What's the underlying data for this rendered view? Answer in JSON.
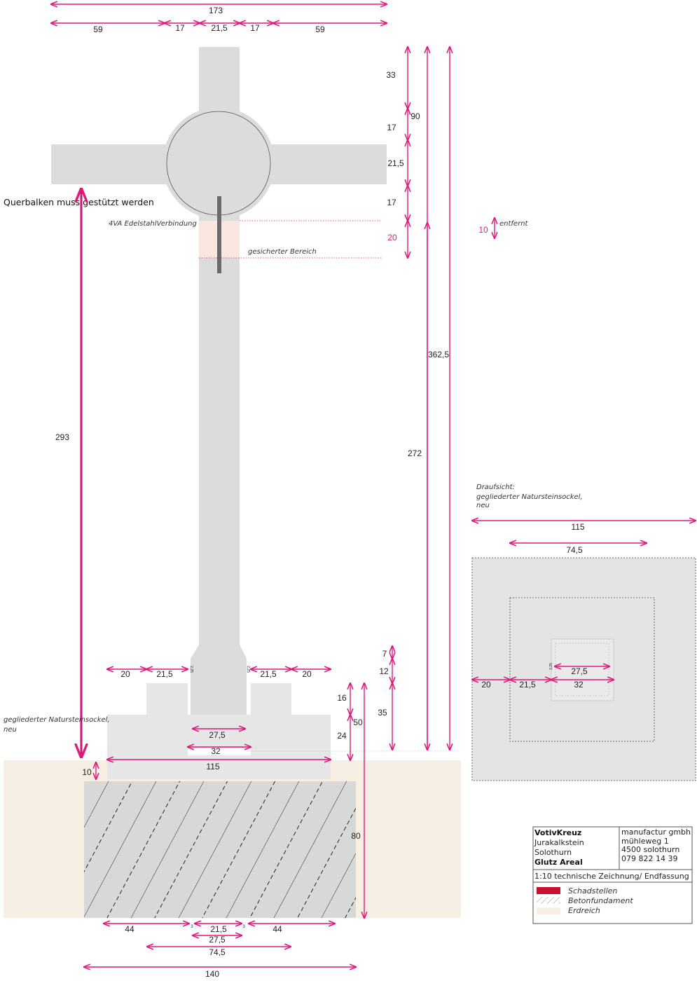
{
  "colors": {
    "dimension": "#e0197d",
    "stone": "#dcdcdc",
    "earth": "#f8efe4",
    "secured": "#f9e6de",
    "damage": "#c8102e"
  },
  "top_dims": {
    "total": "173",
    "a": "59",
    "b": "17",
    "c": "21,5",
    "d": "17",
    "e": "59"
  },
  "right_dims": {
    "d33": "33",
    "d17a": "17",
    "d21": "21,5",
    "d17b": "17",
    "d20": "20",
    "d90": "90",
    "d362": "362,5",
    "d272": "272"
  },
  "left": {
    "note": "Querbalken muss gestützt werden",
    "d293": "293",
    "connector": "4VA EdelstahlVerbindung",
    "secured": "gesicherter Bereich"
  },
  "removed": {
    "value": "10",
    "label": "entfernt"
  },
  "base": {
    "d20a": "20",
    "d21a": "21,5",
    "s225a": "2,25",
    "s225b": "2,25",
    "d21b": "21,5",
    "d20b": "20",
    "d27": "27,5",
    "d32": "32",
    "d115": "115",
    "d10": "10",
    "d16": "16",
    "d50": "50",
    "d24": "24",
    "d7": "7",
    "d12": "12",
    "d35": "35",
    "d80": "80",
    "label1": "gegliederter Natursteinsockel,",
    "label2": "neu"
  },
  "bottom_dims": {
    "d44a": "44",
    "s3a": "3",
    "d21": "21,5",
    "s3b": "3",
    "d44b": "44",
    "d27": "27,5",
    "d74": "74,5",
    "d140": "140"
  },
  "plan": {
    "title1": "Draufsicht:",
    "title2": "gegliederter Natursteinsockel,",
    "title3": "neu",
    "d115": "115",
    "d74": "74,5",
    "d20": "20",
    "d21": "21,5",
    "d32": "32",
    "d27": "27,5",
    "s225": "2,25"
  },
  "title_block": {
    "project": "VotivKreuz",
    "material": "Jurakalkstein",
    "place": "Solothurn",
    "site": "Glutz Areal",
    "company": "manufactur gmbh",
    "street": "mühleweg 1",
    "city": "4500 solothurn",
    "phone": "079 822 14 39",
    "scale_title": "1:10  technische Zeichnung/ Endfassung",
    "legend": [
      "Schadstellen",
      "Betonfundament",
      "Erdreich"
    ]
  }
}
